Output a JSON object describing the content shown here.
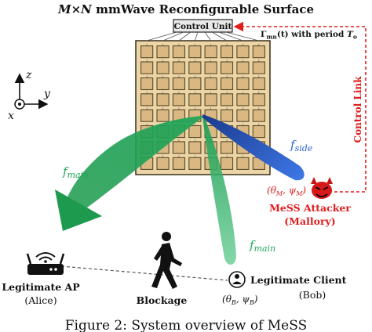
{
  "title": {
    "prefix": "M",
    "times": "×",
    "n": "N",
    "rest": " mmWave Reconfigurable Surface"
  },
  "surface": {
    "rows": 8,
    "cols": 8,
    "control_unit_label": "Control Unit"
  },
  "config_signal": {
    "gamma": "Γ",
    "sub": "mn",
    "arg": "(t)",
    "text": " with period ",
    "period": "T",
    "period_sub": "o"
  },
  "control_link_label": "Control Link",
  "axes": {
    "z": "z",
    "y": "y",
    "x": "x"
  },
  "beams": {
    "main_label": "f",
    "main_sub": "main",
    "side_label": "f",
    "side_sub": "side"
  },
  "attacker": {
    "angle_label": "(θ_M, ψ_M)",
    "name": "MeSS Attacker",
    "alias": "(Mallory)"
  },
  "ap": {
    "name": "Legitimate AP",
    "alias": "(Alice)"
  },
  "blockage_label": "Blockage",
  "client": {
    "name": "Legitimate Client",
    "alias": "(Bob)",
    "angle_label": "(θ_B, ψ_B)"
  },
  "caption": "Figure 2: System overview of MeSS",
  "colors": {
    "beam_green": "#22a55a",
    "beam_blue": "#2f63d6",
    "link_red": "#e01d1d",
    "tile_fill": "#d9b883",
    "tile_border": "#5a4a2a",
    "surface_bg": "#ecd6a8"
  }
}
